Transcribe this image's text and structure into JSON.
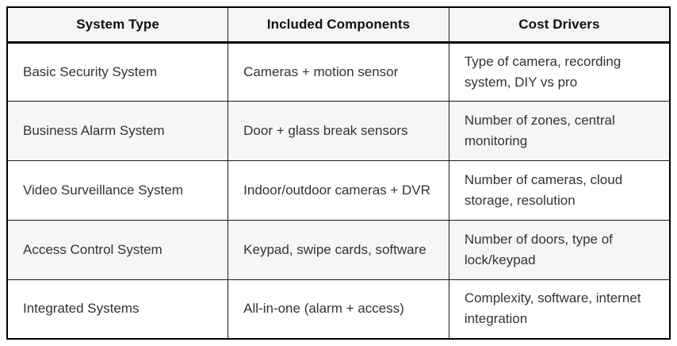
{
  "chart_data": {
    "type": "table",
    "title": "",
    "columns": [
      "System Type",
      "Included Components",
      "Cost Drivers"
    ],
    "rows": [
      [
        "Basic Security System",
        "Cameras + motion sensor",
        "Type of camera, recording system, DIY vs pro"
      ],
      [
        "Business Alarm System",
        "Door + glass break sensors",
        "Number of zones, central monitoring"
      ],
      [
        "Video Surveillance System",
        "Indoor/outdoor cameras + DVR",
        "Number of cameras, cloud storage, resolution"
      ],
      [
        "Access Control System",
        "Keypad, swipe cards, software",
        "Number of doors, type of lock/keypad"
      ],
      [
        "Integrated Systems",
        "All-in-one (alarm + access)",
        "Complexity, software, internet integration"
      ]
    ],
    "layout": {
      "header_style": "bold-centered",
      "body_align": "left",
      "striped_rows": true,
      "grid": "full"
    },
    "colors": {
      "outer_border": "#000000",
      "inner_border": "#1a1a1a",
      "header_bg": "#f5f5f5",
      "stripe_row_bg": "#f6f6f6",
      "plain_row_bg": "#ffffff",
      "header_text": "#111111",
      "body_text": "#333333"
    }
  }
}
